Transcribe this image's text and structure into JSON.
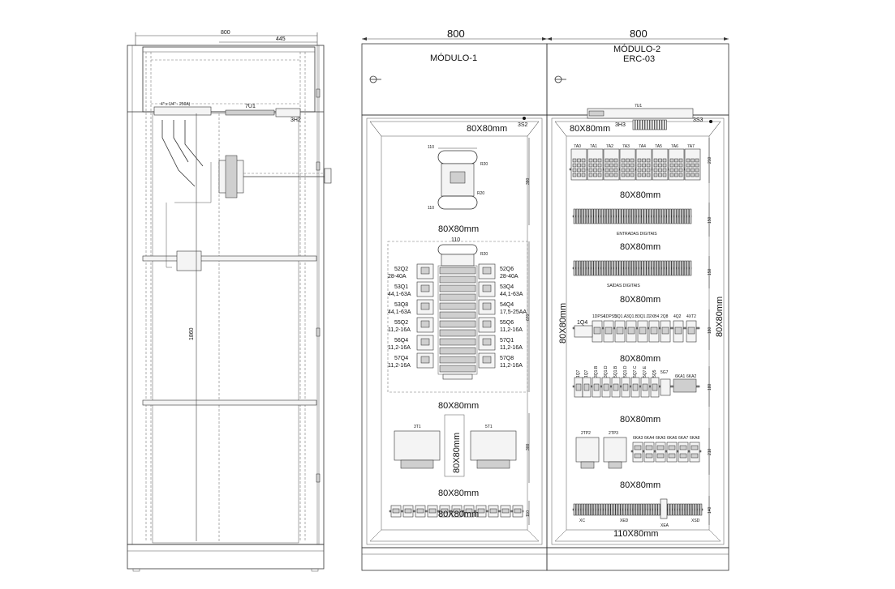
{
  "side_view": {
    "dim_width": "800",
    "dim_partial": "445",
    "dim_height": "1860",
    "bar_label": "4\" x 1/4\" - 250A)",
    "lbl_7u1": "7U1",
    "lbl_3h2": "3H2"
  },
  "module1": {
    "dim_width": "800",
    "title": "MÓDULO-1",
    "lbl_3s2": "3S2",
    "duct_top": "80X80mm",
    "dim_110_top": "110",
    "dim_110_bottom": "110",
    "r20_top": "R20",
    "r20_bottom": "R20",
    "dim_380": "380",
    "duct_mid1": "80X80mm",
    "dim_110_b2": "110",
    "r20_b2": "R20",
    "breakers_left": [
      {
        "name": "52Q2",
        "range": "28-40A"
      },
      {
        "name": "53Q1",
        "range": "44,1-63A"
      },
      {
        "name": "53Q8",
        "range": "44,1-63A"
      },
      {
        "name": "55Q2",
        "range": "11,2-16A"
      },
      {
        "name": "56Q4",
        "range": "11,2-16A"
      },
      {
        "name": "57Q4",
        "range": "11,2-16A"
      }
    ],
    "breakers_right": [
      {
        "name": "52Q6",
        "range": "28-40A"
      },
      {
        "name": "53Q4",
        "range": "44,1-63A"
      },
      {
        "name": "54Q4",
        "range": "17,5-25AA"
      },
      {
        "name": "55Q6",
        "range": "11,2-16A"
      },
      {
        "name": "57Q1",
        "range": "11,2-16A"
      },
      {
        "name": "57Q8",
        "range": "11,2-16A"
      }
    ],
    "dim_670": "670",
    "duct_mid2": "80X80mm",
    "lbl_3t1_left": "3T1",
    "lbl_5t1": "5T1",
    "duct_vertical": "80X80mm",
    "dim_300": "300",
    "duct_mid3": "80X80mm",
    "dim_110_term": "110",
    "duct_bottom": "80X80mm"
  },
  "module2": {
    "dim_width": "800",
    "title": "MÓDULO-2",
    "subtitle": "ERC-03",
    "lbl_7u1": "7U1",
    "lbl_3h3": "3H3",
    "lbl_3s3": "3S3",
    "duct_top": "80X80mm",
    "plc_labels": [
      "7A0",
      "7A1",
      "7A2",
      "7A3",
      "7A4",
      "7A5",
      "7A6",
      "7A7"
    ],
    "dim_210_top": "210",
    "duct_1": "80X80mm",
    "entradas": "ENTRADAS DIGITAIS",
    "dim_150_a": "150",
    "duct_2": "80X80mm",
    "saidas": "SAÍDAS DIGITAIS",
    "dim_150_b": "150",
    "duct_3": "80X80mm",
    "lbl_1q4": "1Q4",
    "row4_labels": [
      "1DPS4",
      "1DPS5",
      "3Q1.A",
      "3Q1.B",
      "3Q1.D",
      "2XB4",
      "2Q8",
      "4Q2",
      "4XT2"
    ],
    "duct_left_vertical": "80X80mm",
    "duct_right_vertical": "80X80mm",
    "dim_180_a": "180",
    "duct_4": "80X80mm",
    "row5_labels": [
      "1Q7",
      "1Q7",
      "3Q1.B",
      "3Q1.D",
      "5Q1.B",
      "5Q1.D",
      "5Q7.C",
      "5Q7.E",
      "5Q5"
    ],
    "lbl_5g7": "5G7",
    "lbl_6ka1": "6KA1",
    "lbl_6ka2": "6KA2",
    "dim_180_b": "180",
    "duct_5": "80X80mm",
    "lbl_2tp2": "2TP2",
    "lbl_2tp3": "2TP3",
    "relay_labels": [
      "6KA3",
      "6KA4",
      "6KA5",
      "6KA6",
      "6KA7",
      "6KA8"
    ],
    "dim_210_b": "210",
    "duct_6": "80X80mm",
    "lbl_xc": "XC",
    "lbl_xed": "XED",
    "lbl_xea": "XEA",
    "lbl_xsd": "XSD",
    "dim_140": "140",
    "duct_bottom": "110X80mm"
  }
}
